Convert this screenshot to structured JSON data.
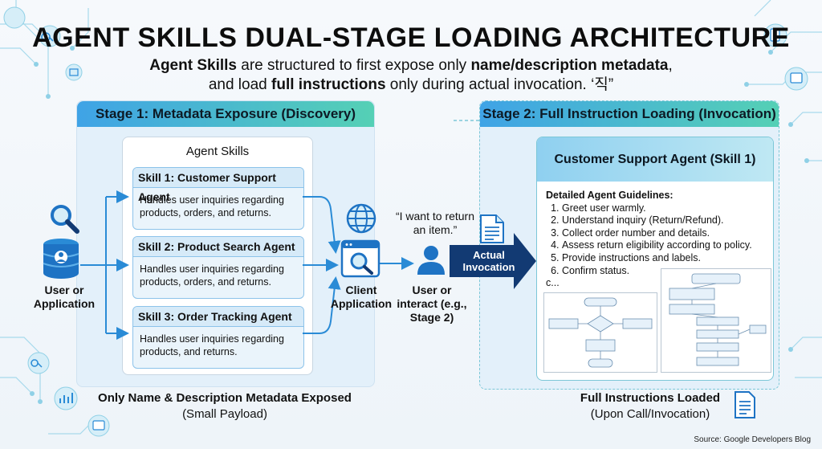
{
  "title": "AGENT SKILLS DUAL-STAGE LOADING ARCHITECTURE",
  "subtitle": {
    "p1": "Agent Skills",
    "p2": " are structured to first expose only ",
    "p3": "name/description metadata",
    "p4": ",",
    "p5": "and load ",
    "p6": "full instructions",
    "p7": " only during actual invocation. ‘직”"
  },
  "stage1": {
    "header": "Stage 1: Metadata Exposure (Discovery)",
    "skills_title": "Agent Skills",
    "skills": [
      {
        "title": "Skill 1: Customer Support Agent",
        "desc": "Handles user inquiries regarding products, orders, and returns."
      },
      {
        "title": "Skill 2: Product Search Agent",
        "desc": "Handles user inquiries regarding products, orders, and returns."
      },
      {
        "title": "Skill 3: Order Tracking Agent",
        "desc": "Handles user inquiries regarding products, and returns."
      }
    ],
    "footer_main": "Only Name & Description Metadata Exposed",
    "footer_sub": "(Small Payload)"
  },
  "left_actor": {
    "line1": "User or",
    "line2": "Application"
  },
  "client": {
    "line1": "Client",
    "line2": "Application"
  },
  "user_interact": {
    "line1": "User or",
    "line2": "interact (e.g.,",
    "line3": "Stage 2)"
  },
  "quote": "“I want to return an item.”",
  "invocation": {
    "line1": "Actual",
    "line2": "Invocation"
  },
  "stage2": {
    "header": "Stage 2: Full Instruction Loading (Invocation)",
    "card_title": "Customer Support Agent (Skill 1)",
    "guidelines_title": "Detailed Agent Guidelines:",
    "steps": [
      "Greet user warmly.",
      "Understand inquiry (Return/Refund).",
      "Collect order number and details.",
      "Assess return eligibility according to policy.",
      "Provide instructions and labels.",
      "Confirm status."
    ],
    "ellipsis": "c...",
    "footer_main": "Full Instructions Loaded",
    "footer_sub": "(Upon Call/Invocation)"
  },
  "source": "Source: Google Developers Blog",
  "colors": {
    "accent_blue": "#2a8bd6",
    "accent_teal": "#55d0b5",
    "arrow_navy": "#123a73"
  },
  "icons": [
    "search-icon",
    "database-icon",
    "browser-search-icon",
    "globe-icon",
    "document-icon",
    "user-icon",
    "right-arrow-icon"
  ]
}
